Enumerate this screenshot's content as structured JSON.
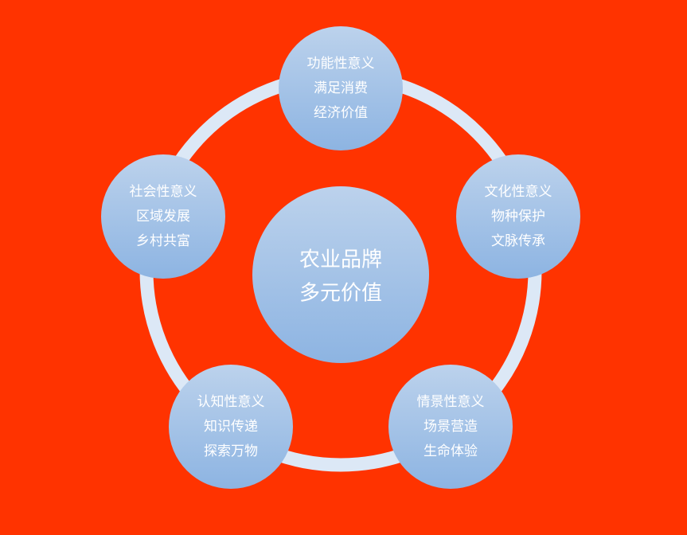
{
  "colors": {
    "background": "#ff3300",
    "ring": "#dce8f6",
    "circle_top": "#bcd2ec",
    "circle_bottom": "#8db4e2",
    "text": "#ffffff"
  },
  "center": {
    "lines": [
      "农业品牌",
      "多元价值"
    ]
  },
  "nodes": [
    {
      "id": "functional",
      "lines": [
        "功能性意义",
        "满足消费",
        "经济价值"
      ]
    },
    {
      "id": "cultural",
      "lines": [
        "文化性意义",
        "物种保护",
        "文脉传承"
      ]
    },
    {
      "id": "scenario",
      "lines": [
        "情景性意义",
        "场景营造",
        "生命体验"
      ]
    },
    {
      "id": "cognitive",
      "lines": [
        "认知性意义",
        "知识传递",
        "探索万物"
      ]
    },
    {
      "id": "social",
      "lines": [
        "社会性意义",
        "区域发展",
        "乡村共富"
      ]
    }
  ]
}
